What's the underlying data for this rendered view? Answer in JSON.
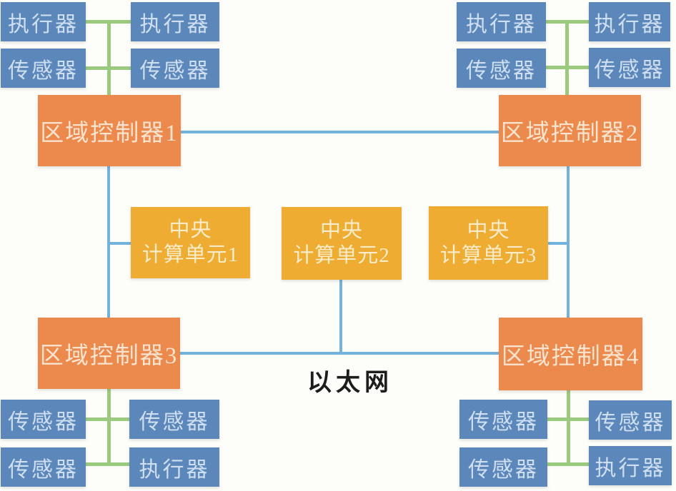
{
  "diagram_title": "distributed-control-architecture",
  "network_label": "以太网",
  "colors": {
    "device_box": "#5b87bb",
    "device_text": "#cfdff0",
    "controller_box": "#ec8a4d",
    "controller_text": "#f8e3cf",
    "compute_box": "#efac33",
    "compute_text": "#f8ecca",
    "fieldbus_line_green": "#9bc97d",
    "ethernet_line_blue": "#72b2dd",
    "label_text": "#1d1d1d"
  },
  "clusters": {
    "top_left": {
      "controller": "区域控制器1",
      "devices": [
        "执行器",
        "执行器",
        "传感器",
        "传感器"
      ]
    },
    "top_right": {
      "controller": "区域控制器2",
      "devices": [
        "执行器",
        "执行器",
        "传感器",
        "传感器"
      ]
    },
    "bottom_left": {
      "controller": "区域控制器3",
      "devices": [
        "传感器",
        "传感器",
        "传感器",
        "执行器"
      ]
    },
    "bottom_right": {
      "controller": "区域控制器4",
      "devices": [
        "传感器",
        "传感器",
        "传感器",
        "执行器"
      ]
    }
  },
  "compute_units": [
    {
      "line1": "中央",
      "line2": "计算单元1"
    },
    {
      "line1": "中央",
      "line2": "计算单元2"
    },
    {
      "line1": "中央",
      "line2": "计算单元3"
    }
  ]
}
